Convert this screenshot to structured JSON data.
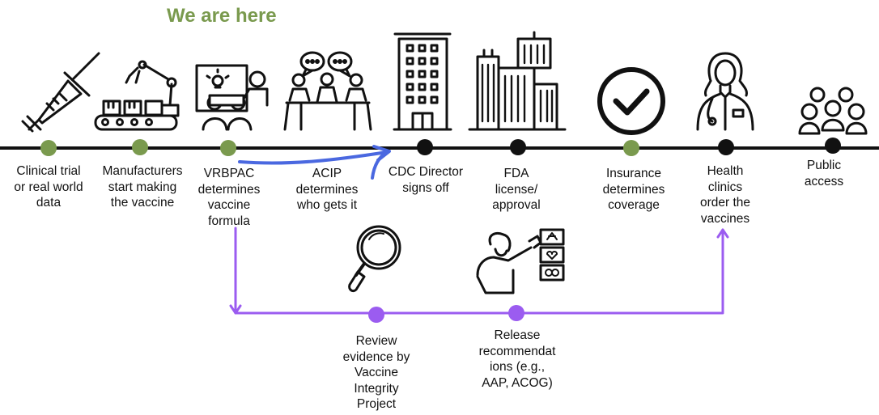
{
  "colors": {
    "title_green": "#7a9a4e",
    "node_green": "#7a9a4e",
    "node_black": "#111111",
    "timeline": "#111111",
    "blue_arrow": "#4a68e0",
    "purple": "#9b5cf0"
  },
  "title": "We are here",
  "steps": [
    {
      "label": "Clinical trial\nor real world\ndata",
      "icon": "syringe-icon",
      "node": "green"
    },
    {
      "label": "Manufacturers\nstart making\nthe vaccine",
      "icon": "factory-robot-icon",
      "node": "green"
    },
    {
      "label": "VRBPAC\ndetermines\nvaccine\nformula",
      "icon": "presentation-meeting-icon",
      "node": "green"
    },
    {
      "label": "ACIP\ndetermines\nwho gets it",
      "icon": "committee-discussion-icon",
      "node": "none"
    },
    {
      "label": "CDC Director\nsigns off",
      "icon": "office-building-icon",
      "node": "black"
    },
    {
      "label": "FDA\nlicense/\napproval",
      "icon": "city-buildings-icon",
      "node": "black"
    },
    {
      "label": "Insurance\ndetermines\ncoverage",
      "icon": "checkmark-circle-icon",
      "node": "green"
    },
    {
      "label": "Health\nclinics\norder the\nvaccines",
      "icon": "doctor-icon",
      "node": "black"
    },
    {
      "label": "Public access",
      "icon": "crowd-icon",
      "node": "black"
    }
  ],
  "alt_path": [
    {
      "label": "Review\nevidence by\nVaccine\nIntegrity\nProject",
      "icon": "magnifying-glass-icon"
    },
    {
      "label": "Release\nrecommendat\nions (e.g.,\nAAP, ACOG)",
      "icon": "presenter-slides-icon"
    }
  ]
}
